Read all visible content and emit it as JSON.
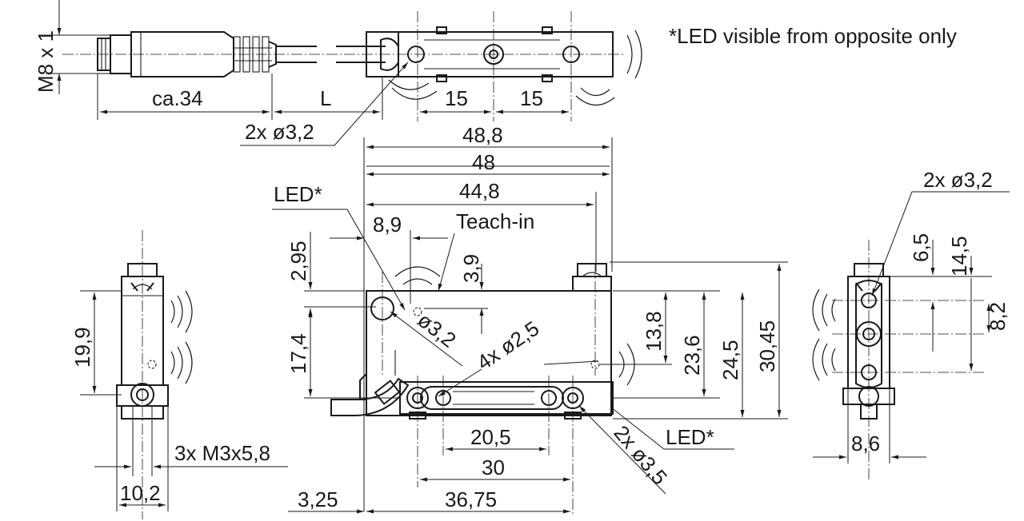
{
  "note": "*LED visible from opposite only",
  "labels": {
    "thread": "M8 x 1",
    "cable_len_approx": "ca.34",
    "cable_len": "L",
    "holes_top": "2x ø3,2",
    "dim_15a": "15",
    "dim_15b": "15",
    "w_488": "48,8",
    "w_48": "48",
    "w_448": "44,8",
    "led_left": "LED*",
    "dim_89": "8,9",
    "teach_in": "Teach-in",
    "dim_295": "2,95",
    "dim_39": "3,9",
    "dim_174": "17,4",
    "hole_32": "ø3,2",
    "holes_25": "4x ø2,5",
    "dim_138": "13,8",
    "dim_236": "23,6",
    "dim_245": "24,5",
    "dim_3045": "30,45",
    "led_right": "LED*",
    "holes_35": "2x ø3,5",
    "dim_205": "20,5",
    "dim_30": "30",
    "dim_325": "3,25",
    "dim_3675": "36,75",
    "side_199": "19,9",
    "screws": "3x M3x5,8",
    "side_102": "10,2",
    "r_holes": "2x ø3,2",
    "r_65": "6,5",
    "r_145": "14,5",
    "r_82": "8,2",
    "r_86": "8,6"
  }
}
